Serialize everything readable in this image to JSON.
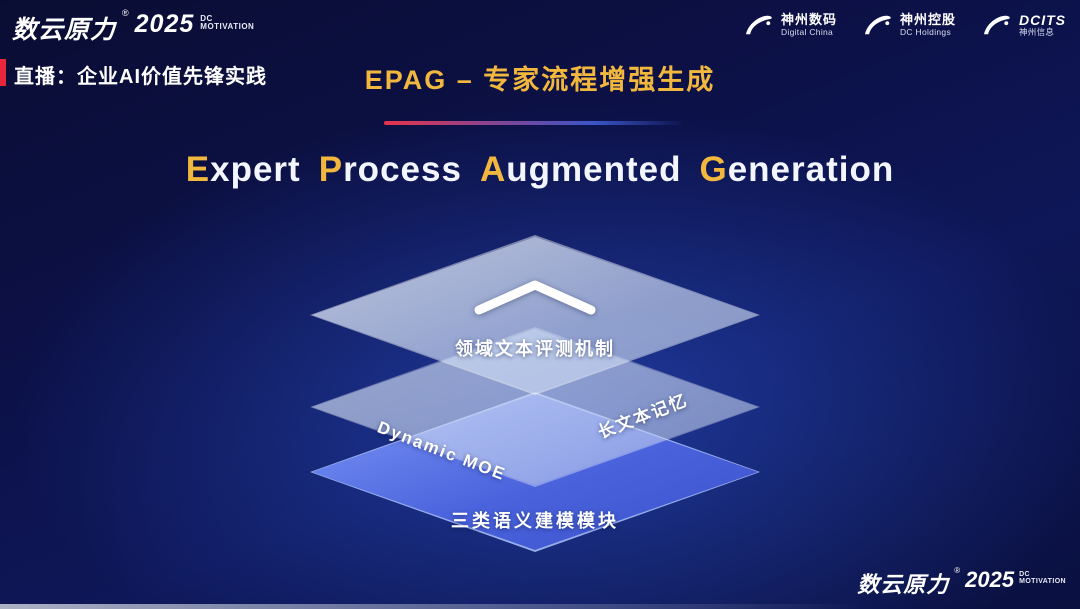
{
  "slide": {
    "brand_top": {
      "name": "数云原力",
      "reg": "®",
      "year": "2025",
      "tag_line1": "DC",
      "tag_line2": "MOTIVATION"
    },
    "live_label": "直播：企业AI价值先锋实践",
    "title": "EPAG – 专家流程增强生成",
    "partner_logos": [
      {
        "primary": "神州数码",
        "secondary": "Digital China"
      },
      {
        "primary": "神州控股",
        "secondary": "DC Holdings"
      },
      {
        "primary": "DCITS",
        "secondary": "神州信息"
      }
    ],
    "subtitle": {
      "words": [
        {
          "initial": "E",
          "rest": "xpert"
        },
        {
          "initial": "P",
          "rest": "rocess"
        },
        {
          "initial": "A",
          "rest": "ugmented"
        },
        {
          "initial": "G",
          "rest": "eneration"
        }
      ]
    },
    "diagram": {
      "top_layer_label": "领域文本评测机制",
      "middle_layer_left_label": "Dynamic MOE",
      "middle_layer_right_label": "长文本记忆",
      "bottom_layer_label": "三类语义建模模块"
    },
    "brand_bottom": {
      "name": "数云原力",
      "reg": "®",
      "year": "2025",
      "tag_line1": "DC",
      "tag_line2": "MOTIVATION"
    },
    "colors": {
      "accent_gold": "#f2b83e",
      "accent_red": "#e8273c",
      "bottom_layer_blue": "#4a63dd",
      "background_navy": "#0c1148"
    }
  }
}
